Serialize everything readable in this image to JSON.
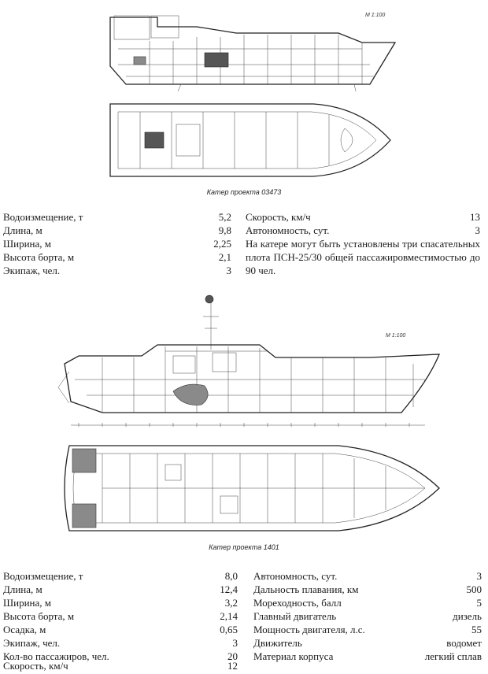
{
  "boat1": {
    "scale": "М 1:100",
    "caption": "Катер проекта 03473",
    "specs_left": [
      {
        "label": "Водоизмещение, т",
        "value": "5,2"
      },
      {
        "label": "Длина, м",
        "value": "9,8"
      },
      {
        "label": "Ширина, м",
        "value": "2,25"
      },
      {
        "label": "Высота борта, м",
        "value": "2,1"
      },
      {
        "label": "Экипаж, чел.",
        "value": "3"
      }
    ],
    "specs_right": [
      {
        "label": "Скорость, км/ч",
        "value": "13"
      },
      {
        "label": "Автономность, сут.",
        "value": "3"
      }
    ],
    "note": "На катере могут быть установлены три спасательных плота ПСН-25/30 общей пассажировместимостью до 90 чел."
  },
  "boat2": {
    "scale": "М 1:100",
    "caption": "Катер проекта 1401",
    "specs_left": [
      {
        "label": "Водоизмещение, т",
        "value": "8,0"
      },
      {
        "label": "Длина, м",
        "value": "12,4"
      },
      {
        "label": "Ширина, м",
        "value": "3,2"
      },
      {
        "label": "Высота борта, м",
        "value": "2,14"
      },
      {
        "label": "Осадка, м",
        "value": "0,65"
      },
      {
        "label": "Экипаж, чел.",
        "value": "3"
      },
      {
        "label": "Кол-во пассажиров, чел.",
        "value": "20"
      },
      {
        "label": "Скорость, км/ч",
        "value": "12"
      }
    ],
    "specs_right": [
      {
        "label": "Автономность, сут.",
        "value": "3"
      },
      {
        "label": "Дальность плавания, км",
        "value": "500"
      },
      {
        "label": "Мореходность, балл",
        "value": "5"
      },
      {
        "label": "Главный двигатель",
        "value": "дизель"
      },
      {
        "label": "Мощность двигателя, л.с.",
        "value": "55"
      },
      {
        "label": "Движитель",
        "value": "водомет"
      },
      {
        "label": "Материал корпуса",
        "value": "легкий сплав"
      }
    ]
  }
}
